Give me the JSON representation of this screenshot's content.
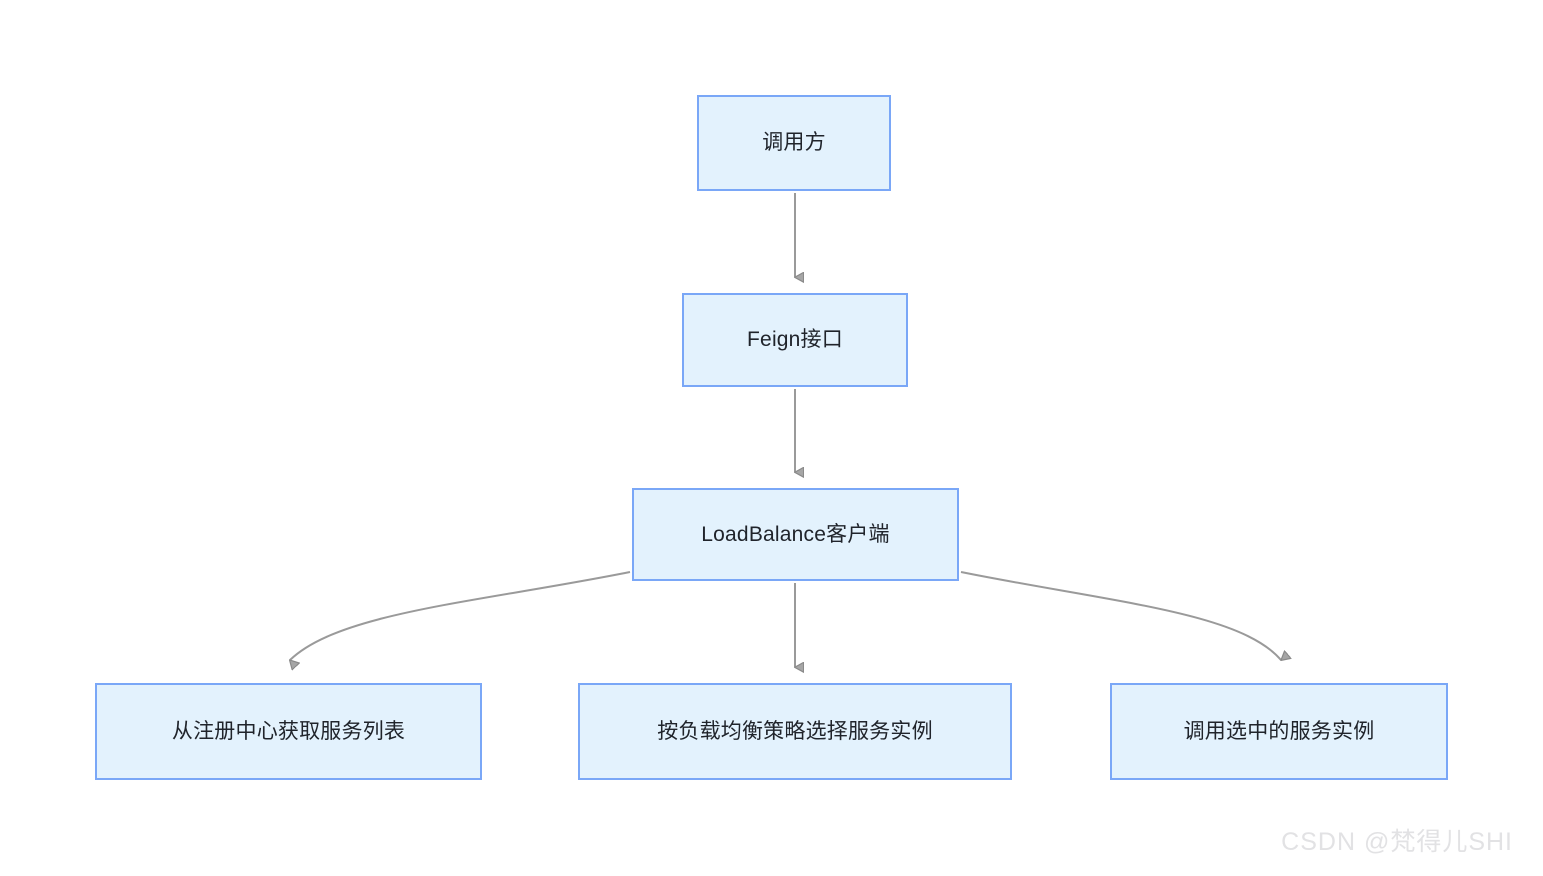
{
  "diagram": {
    "type": "flowchart",
    "title": "",
    "orientation": "top-down",
    "theme": {
      "node_fill": "#e3f2fd",
      "node_border": "#7aa7f7",
      "edge_color": "#9a9a9a",
      "text_color": "#20242b",
      "background": "#ffffff",
      "watermark_color": "#e2e2e4"
    },
    "nodes": [
      {
        "id": "caller",
        "label": "调用方",
        "level": 0
      },
      {
        "id": "feign",
        "label": "Feign接口",
        "level": 1
      },
      {
        "id": "loadbalance",
        "label": "LoadBalance客户端",
        "level": 2
      },
      {
        "id": "fetch_list",
        "label": "从注册中心获取服务列表",
        "level": 3
      },
      {
        "id": "select_inst",
        "label": "按负载均衡策略选择服务实例",
        "level": 3
      },
      {
        "id": "invoke_inst",
        "label": "调用选中的服务实例",
        "level": 3
      }
    ],
    "edges": [
      {
        "from": "caller",
        "to": "feign",
        "style": "straight",
        "arrow": "end"
      },
      {
        "from": "feign",
        "to": "loadbalance",
        "style": "straight",
        "arrow": "end"
      },
      {
        "from": "loadbalance",
        "to": "fetch_list",
        "style": "curved",
        "arrow": "end"
      },
      {
        "from": "loadbalance",
        "to": "select_inst",
        "style": "straight",
        "arrow": "end"
      },
      {
        "from": "loadbalance",
        "to": "invoke_inst",
        "style": "curved",
        "arrow": "end"
      }
    ]
  },
  "watermark": {
    "text": "CSDN @梵得儿SHI"
  }
}
